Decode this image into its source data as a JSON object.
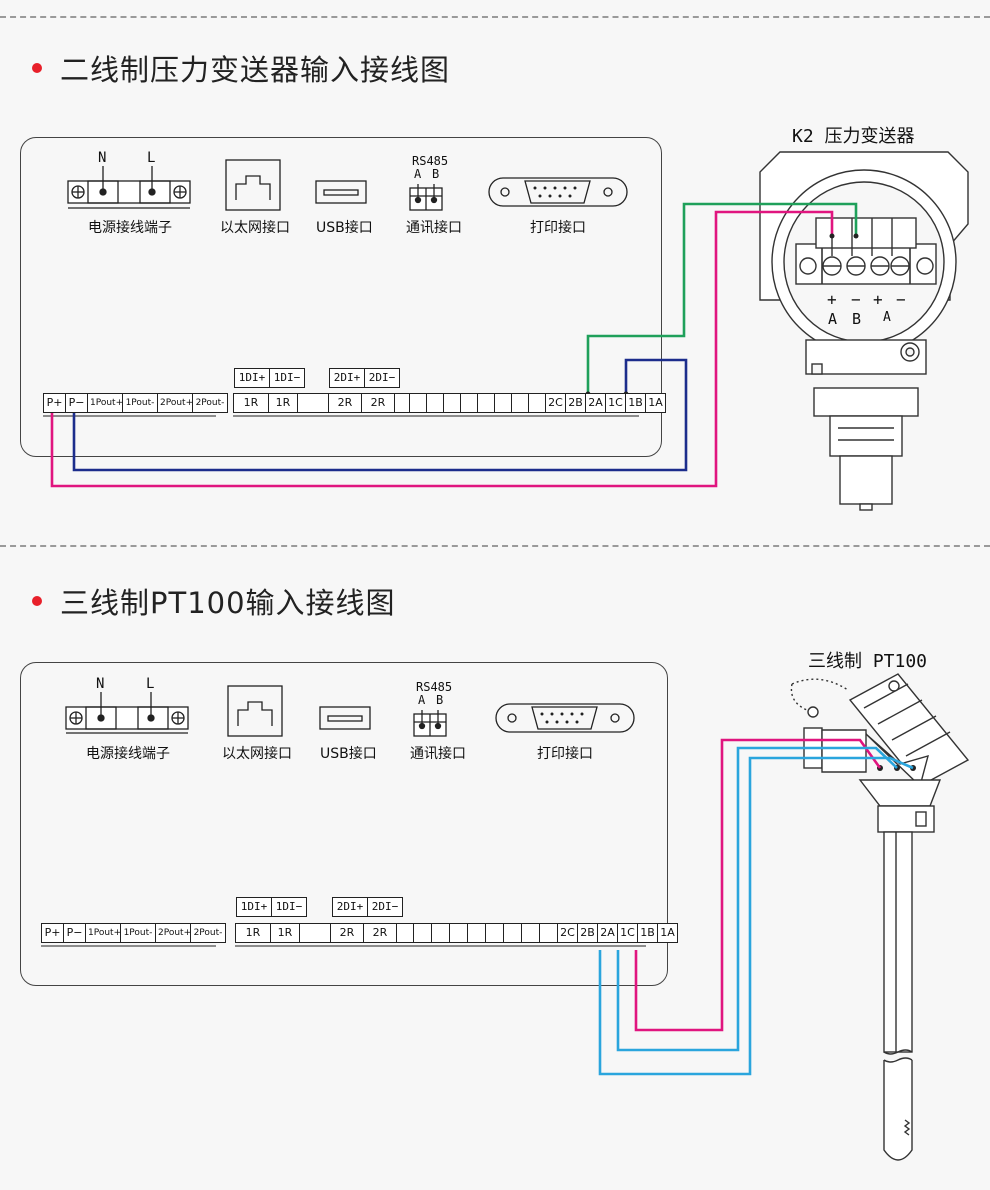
{
  "sections": [
    {
      "title": "二线制压力变送器输入接线图",
      "device_label": "K2 压力变送器",
      "device_terms": [
        "+",
        "−",
        "+",
        "−"
      ],
      "device_sub": [
        "A",
        "B",
        "A"
      ]
    },
    {
      "title": "三线制PT100输入接线图",
      "device_label": "三线制 PT100"
    }
  ],
  "panel": {
    "power": {
      "label": "电源接线端子",
      "n": "N",
      "l": "L"
    },
    "ethernet": "以太网接口",
    "usb": "USB接口",
    "comm": {
      "label": "通讯接口",
      "title": "RS485",
      "a": "A",
      "b": "B"
    },
    "print": "打印接口",
    "left_terms": [
      "P+",
      "P−",
      "1Pout+",
      "1Pout-",
      "2Pout+",
      "2Pout-"
    ],
    "di_top": [
      "1DI+",
      "1DI−",
      "2DI+",
      "2DI−"
    ],
    "main_terms": [
      "1R",
      "1R",
      "",
      "2R",
      "2R",
      "",
      "",
      "",
      "",
      "",
      "",
      "",
      "",
      "",
      "2C",
      "2B",
      "2A",
      "1C",
      "1B",
      "1A"
    ]
  },
  "colors": {
    "magenta": "#e0157f",
    "green": "#1fa05a",
    "navy": "#1c2d8c",
    "cyan": "#2aa5dd",
    "line": "#333333"
  }
}
